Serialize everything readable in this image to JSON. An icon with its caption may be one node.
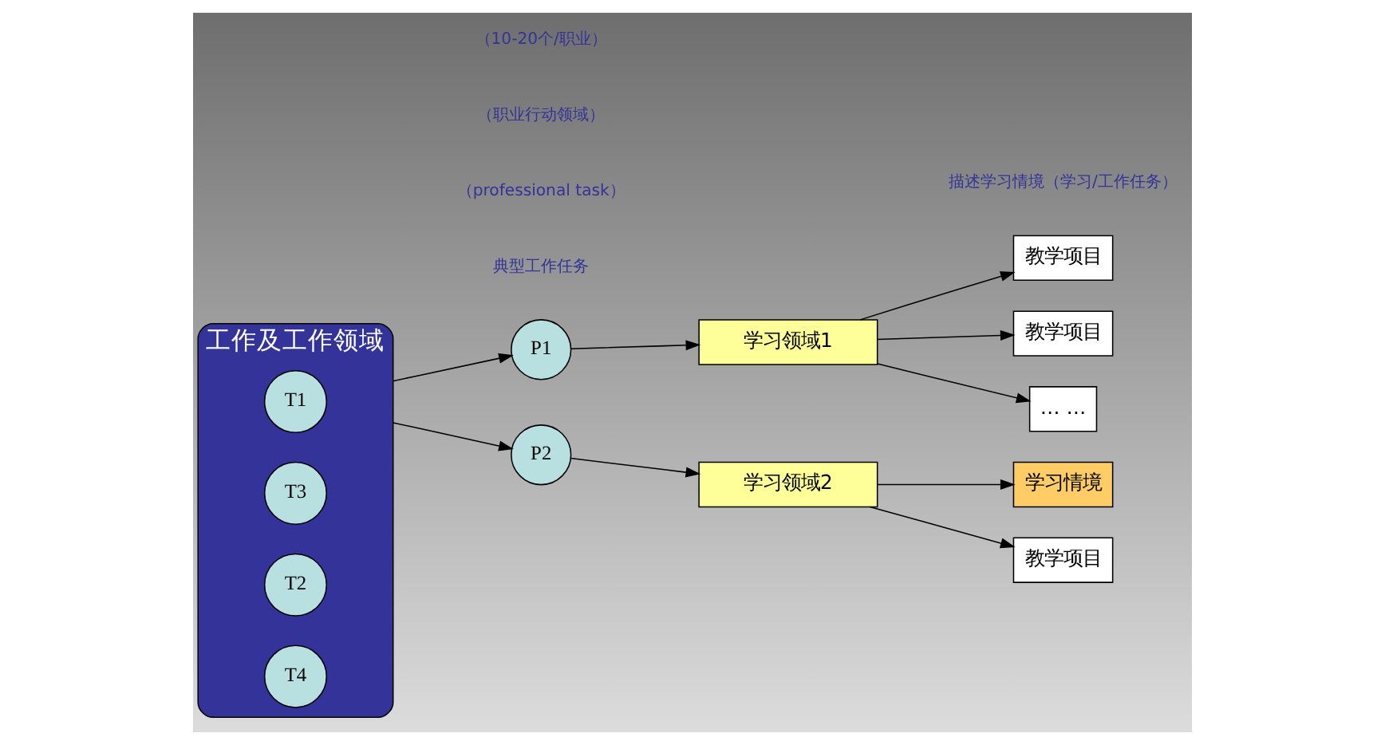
{
  "diagram": {
    "nodes": [
      {
        "text": [
          "工作及工作领域"
        ]
      },
      {
        "text": [
          "T1"
        ],
        "in": 0
      },
      {
        "text": [
          "T3"
        ],
        "in": 0
      },
      {
        "text": [
          "T2"
        ],
        "in": 0
      },
      {
        "text": [
          "T4"
        ],
        "in": 0
      },
      {
        "text": [
          "P1"
        ]
      },
      {
        "text": [
          "P2"
        ]
      },
      {
        "text": [
          "学习领域1"
        ]
      },
      {
        "text": [
          "学习领域2"
        ]
      },
      {
        "text": [
          "教学项目"
        ]
      },
      {
        "text": [
          "教学项目"
        ]
      },
      {
        "text": [
          "… …"
        ]
      },
      {
        "text": [
          "学习情境"
        ]
      },
      {
        "text": [
          "教学项目"
        ]
      }
    ],
    "edges": [
      {
        "from": 0,
        "to": 5,
        "arrow": "to"
      },
      {
        "from": 0,
        "to": 6,
        "arrow": "to"
      },
      {
        "from": 5,
        "to": 7,
        "arrow": "to"
      },
      {
        "from": 6,
        "to": 8,
        "arrow": "to"
      },
      {
        "from": 7,
        "to": 9,
        "arrow": "to"
      },
      {
        "from": 7,
        "to": 10,
        "arrow": "to"
      },
      {
        "from": 7,
        "to": 11,
        "arrow": "to"
      },
      {
        "from": 8,
        "to": 12,
        "arrow": "to"
      },
      {
        "from": 8,
        "to": 13,
        "arrow": "to"
      }
    ],
    "labels": [
      "典型工作任务",
      "（professional task）",
      "（职业行动领域）",
      "（10-20个/职业）",
      "描述学习情境（学习/工作任务）"
    ]
  }
}
